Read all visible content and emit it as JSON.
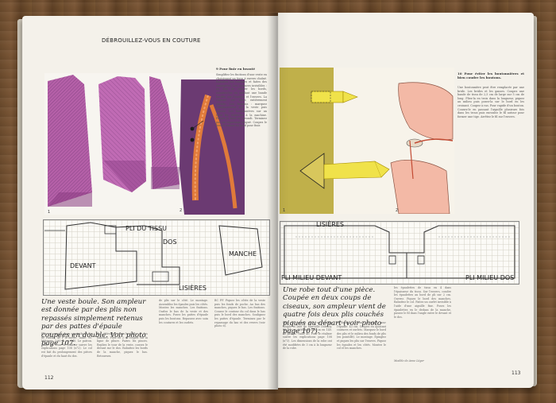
{
  "header": {
    "section_title": "DÉBROUILLEZ-VOUS EN COUTURE"
  },
  "left_page": {
    "sidebar_heading": "9 Pour finir en beauté",
    "sidebar_body": "Simplifiez les finitions d'une veste en choisissant un tissu à envers chaîné. Rabattez les coutures et faites des surpiqûres. Les coutures invisibles : au lieu de rentrer les bords, rabattez-les en enfilant une bande bordée sur l'endroit et l'envers. La couture est alors entièrement cachée. Les boutons : marquez l'emplacement sur la veste puis cousez. Les boutonnières sur un tissu fin, faites-les à la machine. Piquez le bord en arrondi. Terminez par un repassage soigné. Coupez le lien et cousez au bord pour finir.",
    "grid_labels": {
      "top": "PLI DU TISSU",
      "dos": "DOS",
      "manche": "MANCHE",
      "devant": "DEVANT",
      "lisieres": "LISIÈRES"
    },
    "illus_numbers": [
      "1",
      "2"
    ],
    "caption_heading": "Une veste boule. Son ampleur est donnée par des plis non repassés simplement retenus par des pattes d'épaule coupées en double. Voir photo page 107.",
    "body_col1": "Elle est coupée dans une toile de lin de Pascali, 40 F le mètre. Taille: 90. Métrage: 2,60 m en 140. Le patron. Taille 40. Pour le réaliser suivre les explications page 108 (n°2). Le col est fait du prolongement des pièces d'épaule et du haut du dos.",
    "body_col2": "dos. Mesurez-vous la taille et les hanches. Pliez en 2 et coupez sur la ligne de pliure. Faites les pinces. Repliez le tour de la veste, cousez le devant sur le dos. Rabattez les bords de la manche, piquez le bas. Retournez.",
    "body_col3": "de plis sur le côté. Le montage. Assemblez les épaules puis les côtés. Montez les manches. Les finitions. Ourlez le bas de la veste et des manches. Posez les pattes d'épaule puis les boutons. Repassez avec soin les coutures et les ourlets.",
    "body_col4": "BC FF. Piquez les côtés de la veste puis les fonds de poche. Au bas des manches, piquez le bas. Les finitions. Cousez le contour du col dans le bas puis le bord des manches. Soulignez les pattes d'épaule. Terminez par le repassage du bas et des revers (voir photo 6).",
    "page_number": "112"
  },
  "right_page": {
    "sidebar_heading": "10 Pour éviter les boutonnières et bien coudre les boutons.",
    "sidebar_body": "Une boutonnière peut être remplacée par une bride. Les brides et les ganses. Coupez une bande de tissu de 2,5 cm de large sur 5 cm de long. Pliez-la en trois dans la longueur, piquez au milieu puis posez-la sur le bord en les croisant. Coupez à ras. Pour rapide d'un bouton. Cousez-le en passant l'aiguille plusieurs fois dans les trous puis enroulez le fil autour pour former une tige. Arrêtez le fil sur l'envers.",
    "grid_labels": {
      "top": "LISIÈRES",
      "pli_milieu_devant": "PLI MILIEU DEVANT",
      "pli_milieu_dos": "PLI MILIEU DOS"
    },
    "illus_numbers": [
      "1",
      "2"
    ],
    "caption_heading": "Une robe tout d'une pièce. Coupée en deux coups de ciseaux, son ampleur vient de quatre fois deux plis couchés piqués au départ (voir photo page 107).",
    "body_col1": "Elle est coupée dans un lainage souple et lavé de Marcelle Dormoy. 80 F le m. Métrage: 2,80 m en 140. Le patron. Taille 40. Pour le réaliser suivre les explications page 108 (n°3). Les dimensions de la robe ont été modifiées de 3 cm à la longueur de la robe.",
    "body_col2": "et devant: 3,5 cm. Le tuyau: pour l'épaule: 43 cm. Coupez en ajoutant coutures et ourlets. Marquez le bord des plis et le milieu des fonds de plis (en pointillé). Le montage. Épinglez et piquez les plis sur l'envers. Piquez les épaules et les côtés. Montez le col et les manches.",
    "body_col3": "les épaulettes de tissu en 4 dans l'épaisseur du tissu. Sur l'envers, coudre les épaulettes au bord de pli sur 2 cm. Ouvrez. Piquez le bord des manches. Rabattez le col. Faites un ourlet invisible à l'aide d'une aiguille fine. Posez les épaulettes en le dedans de la manche, passez le fil dans l'angle entre le devant et le dos.",
    "credit": "Modèle de Anne Léger",
    "page_number": "113"
  }
}
